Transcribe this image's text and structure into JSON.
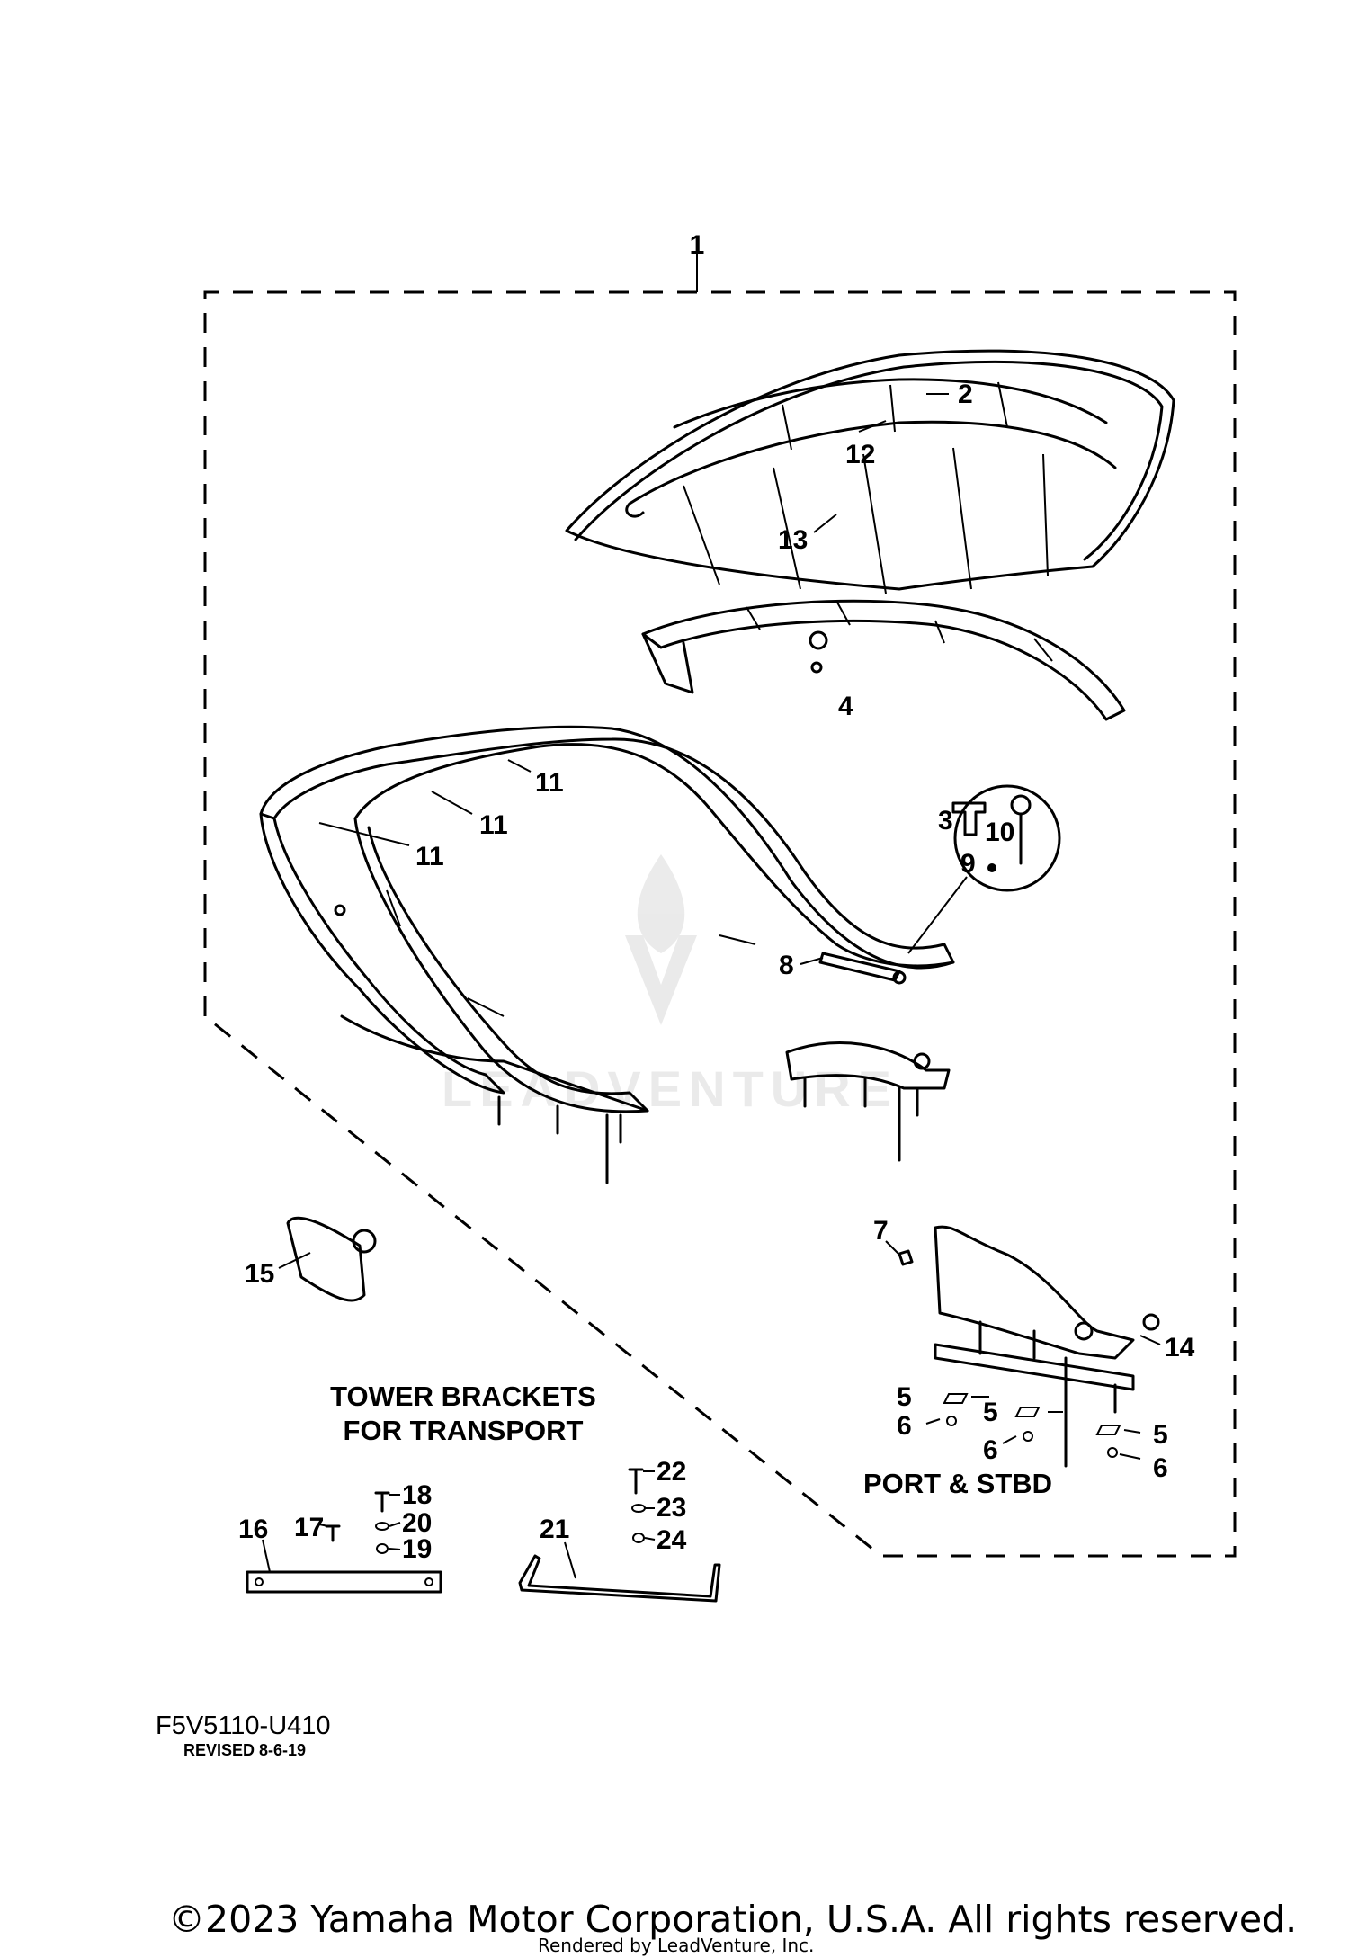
{
  "diagram": {
    "code": "F5V5110-U410",
    "revised": "REVISED 8-6-19",
    "copyright": "©2023 Yamaha Motor Corporation, U.S.A. All rights reserved.",
    "rendered_by": "Rendered by LeadVenture, Inc.",
    "watermark": "LEADVENTURE",
    "sections": {
      "tower_brackets_line1": "TOWER BRACKETS",
      "tower_brackets_line2": "FOR TRANSPORT",
      "port_stbd": "PORT & STBD"
    },
    "callouts": {
      "c1": "1",
      "c2": "2",
      "c3": "3",
      "c4": "4",
      "c5a": "5",
      "c5b": "5",
      "c5c": "5",
      "c6a": "6",
      "c6b": "6",
      "c6c": "6",
      "c7": "7",
      "c8": "8",
      "c9": "9",
      "c10": "10",
      "c11a": "11",
      "c11b": "11",
      "c11c": "11",
      "c12": "12",
      "c13": "13",
      "c14": "14",
      "c15": "15",
      "c16": "16",
      "c17": "17",
      "c18": "18",
      "c19": "19",
      "c20": "20",
      "c21": "21",
      "c22": "22",
      "c23": "23",
      "c24": "24"
    }
  }
}
